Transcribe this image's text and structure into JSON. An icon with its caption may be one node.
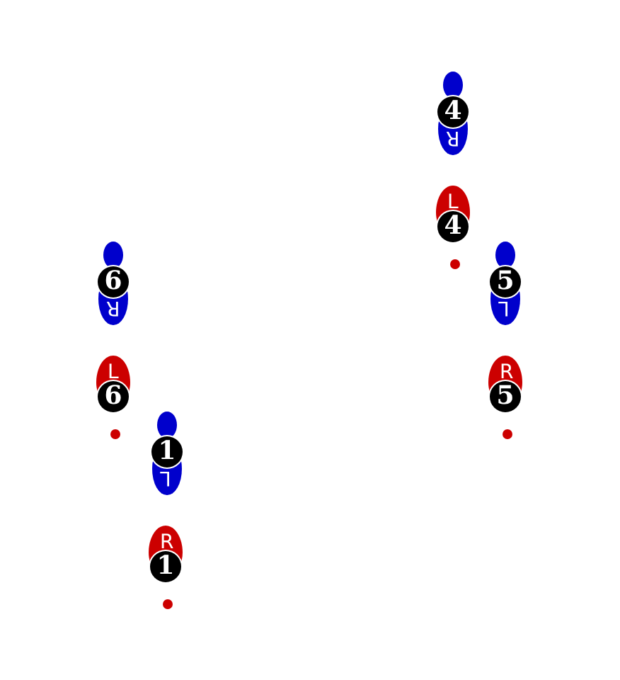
{
  "diagram": {
    "nodes": [
      {
        "text": [
          "R",
          "4"
        ]
      },
      {
        "text": [
          "L",
          "4"
        ]
      },
      {
        "text": [
          "R",
          "6"
        ]
      },
      {
        "text": [
          "L",
          "5"
        ]
      },
      {
        "text": [
          "L",
          "6"
        ]
      },
      {
        "text": [
          "R",
          "5"
        ]
      },
      {
        "text": [
          "L",
          "1"
        ]
      },
      {
        "text": [
          "R",
          "1"
        ]
      }
    ]
  }
}
